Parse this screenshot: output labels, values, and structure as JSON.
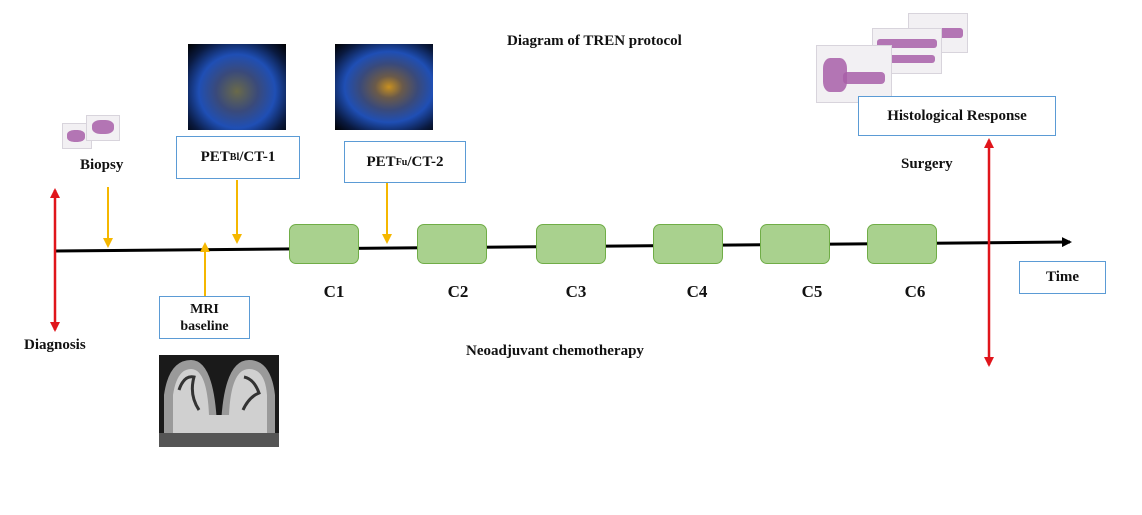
{
  "title": "Diagram of TREN protocol",
  "labels": {
    "biopsy": "Biopsy",
    "diagnosis": "Diagnosis",
    "surgery": "Surgery",
    "neoadjuvant": "Neoadjuvant chemotherapy"
  },
  "boxes": {
    "pet1_main": "PET",
    "pet1_sub": "Bl",
    "pet1_rest": "/CT-1",
    "pet2_main": "PET",
    "pet2_sub": "Fu",
    "pet2_rest": "/CT-2",
    "mri_line1": "MRI",
    "mri_line2": "baseline",
    "histological": "Histological Response",
    "time": "Time"
  },
  "cycles": [
    "C1",
    "C2",
    "C3",
    "C4",
    "C5",
    "C6"
  ],
  "colors": {
    "timeline": "#000000",
    "red_arrow": "#e0151b",
    "orange_arrow": "#f5b700",
    "cycle_fill": "#a9d18e",
    "cycle_border": "#70ad47",
    "box_border": "#5b9bd5"
  },
  "images": {
    "pet_scan_1": "PET/CT scan image (baseline)",
    "pet_scan_2": "PET/CT scan image (follow-up)",
    "mri_image": "Breast MRI image",
    "biopsy_slides": "Histology slide thumbnails",
    "surgery_slides": "Histology slide images"
  }
}
